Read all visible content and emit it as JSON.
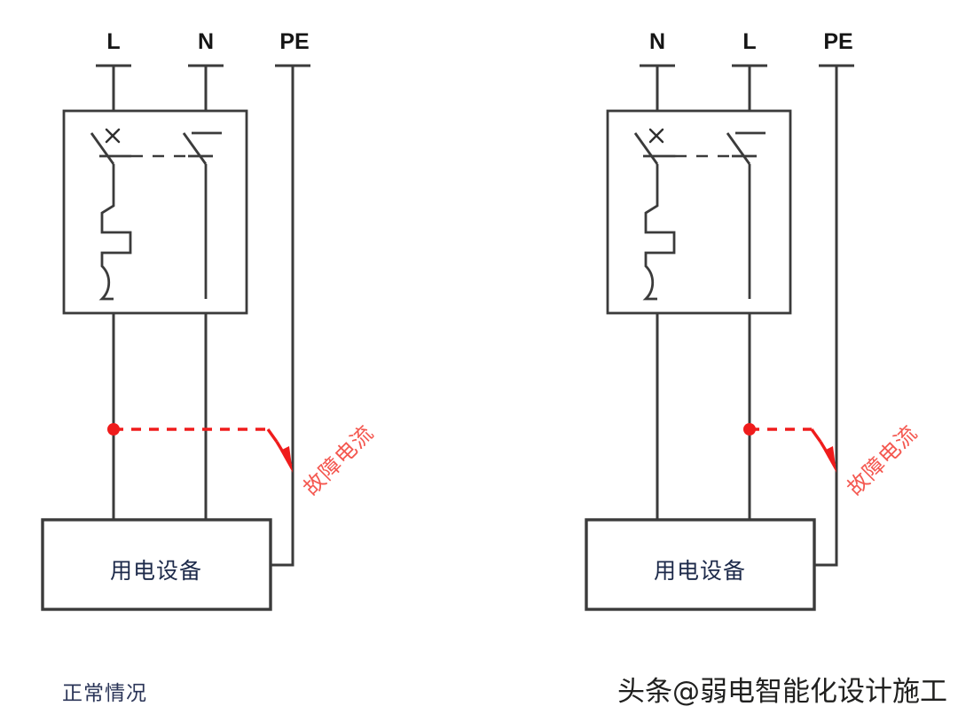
{
  "page": {
    "background_color": "#ffffff",
    "line_color": "#3b3b3b",
    "fault_color": "#ef1c1c",
    "fault_text_color": "#f4574f",
    "label_color": "#151515",
    "chinese_text_color": "#1d2a4a"
  },
  "diagrams": [
    {
      "id": "left",
      "caption": "正常情况",
      "terminals": [
        {
          "name": "line",
          "label": "L"
        },
        {
          "name": "neutral",
          "label": "N"
        },
        {
          "name": "protective-earth",
          "label": "PE"
        }
      ],
      "equipment_label": "用电设备",
      "fault_label": "故障电流",
      "fault_source_terminal": "L"
    },
    {
      "id": "right",
      "caption": "",
      "terminals": [
        {
          "name": "neutral",
          "label": "N"
        },
        {
          "name": "line",
          "label": "L"
        },
        {
          "name": "protective-earth",
          "label": "PE"
        }
      ],
      "equipment_label": "用电设备",
      "fault_label": "故障电流",
      "fault_source_terminal": "L"
    }
  ],
  "watermark": {
    "text": "头条@弱电智能化设计施工"
  }
}
